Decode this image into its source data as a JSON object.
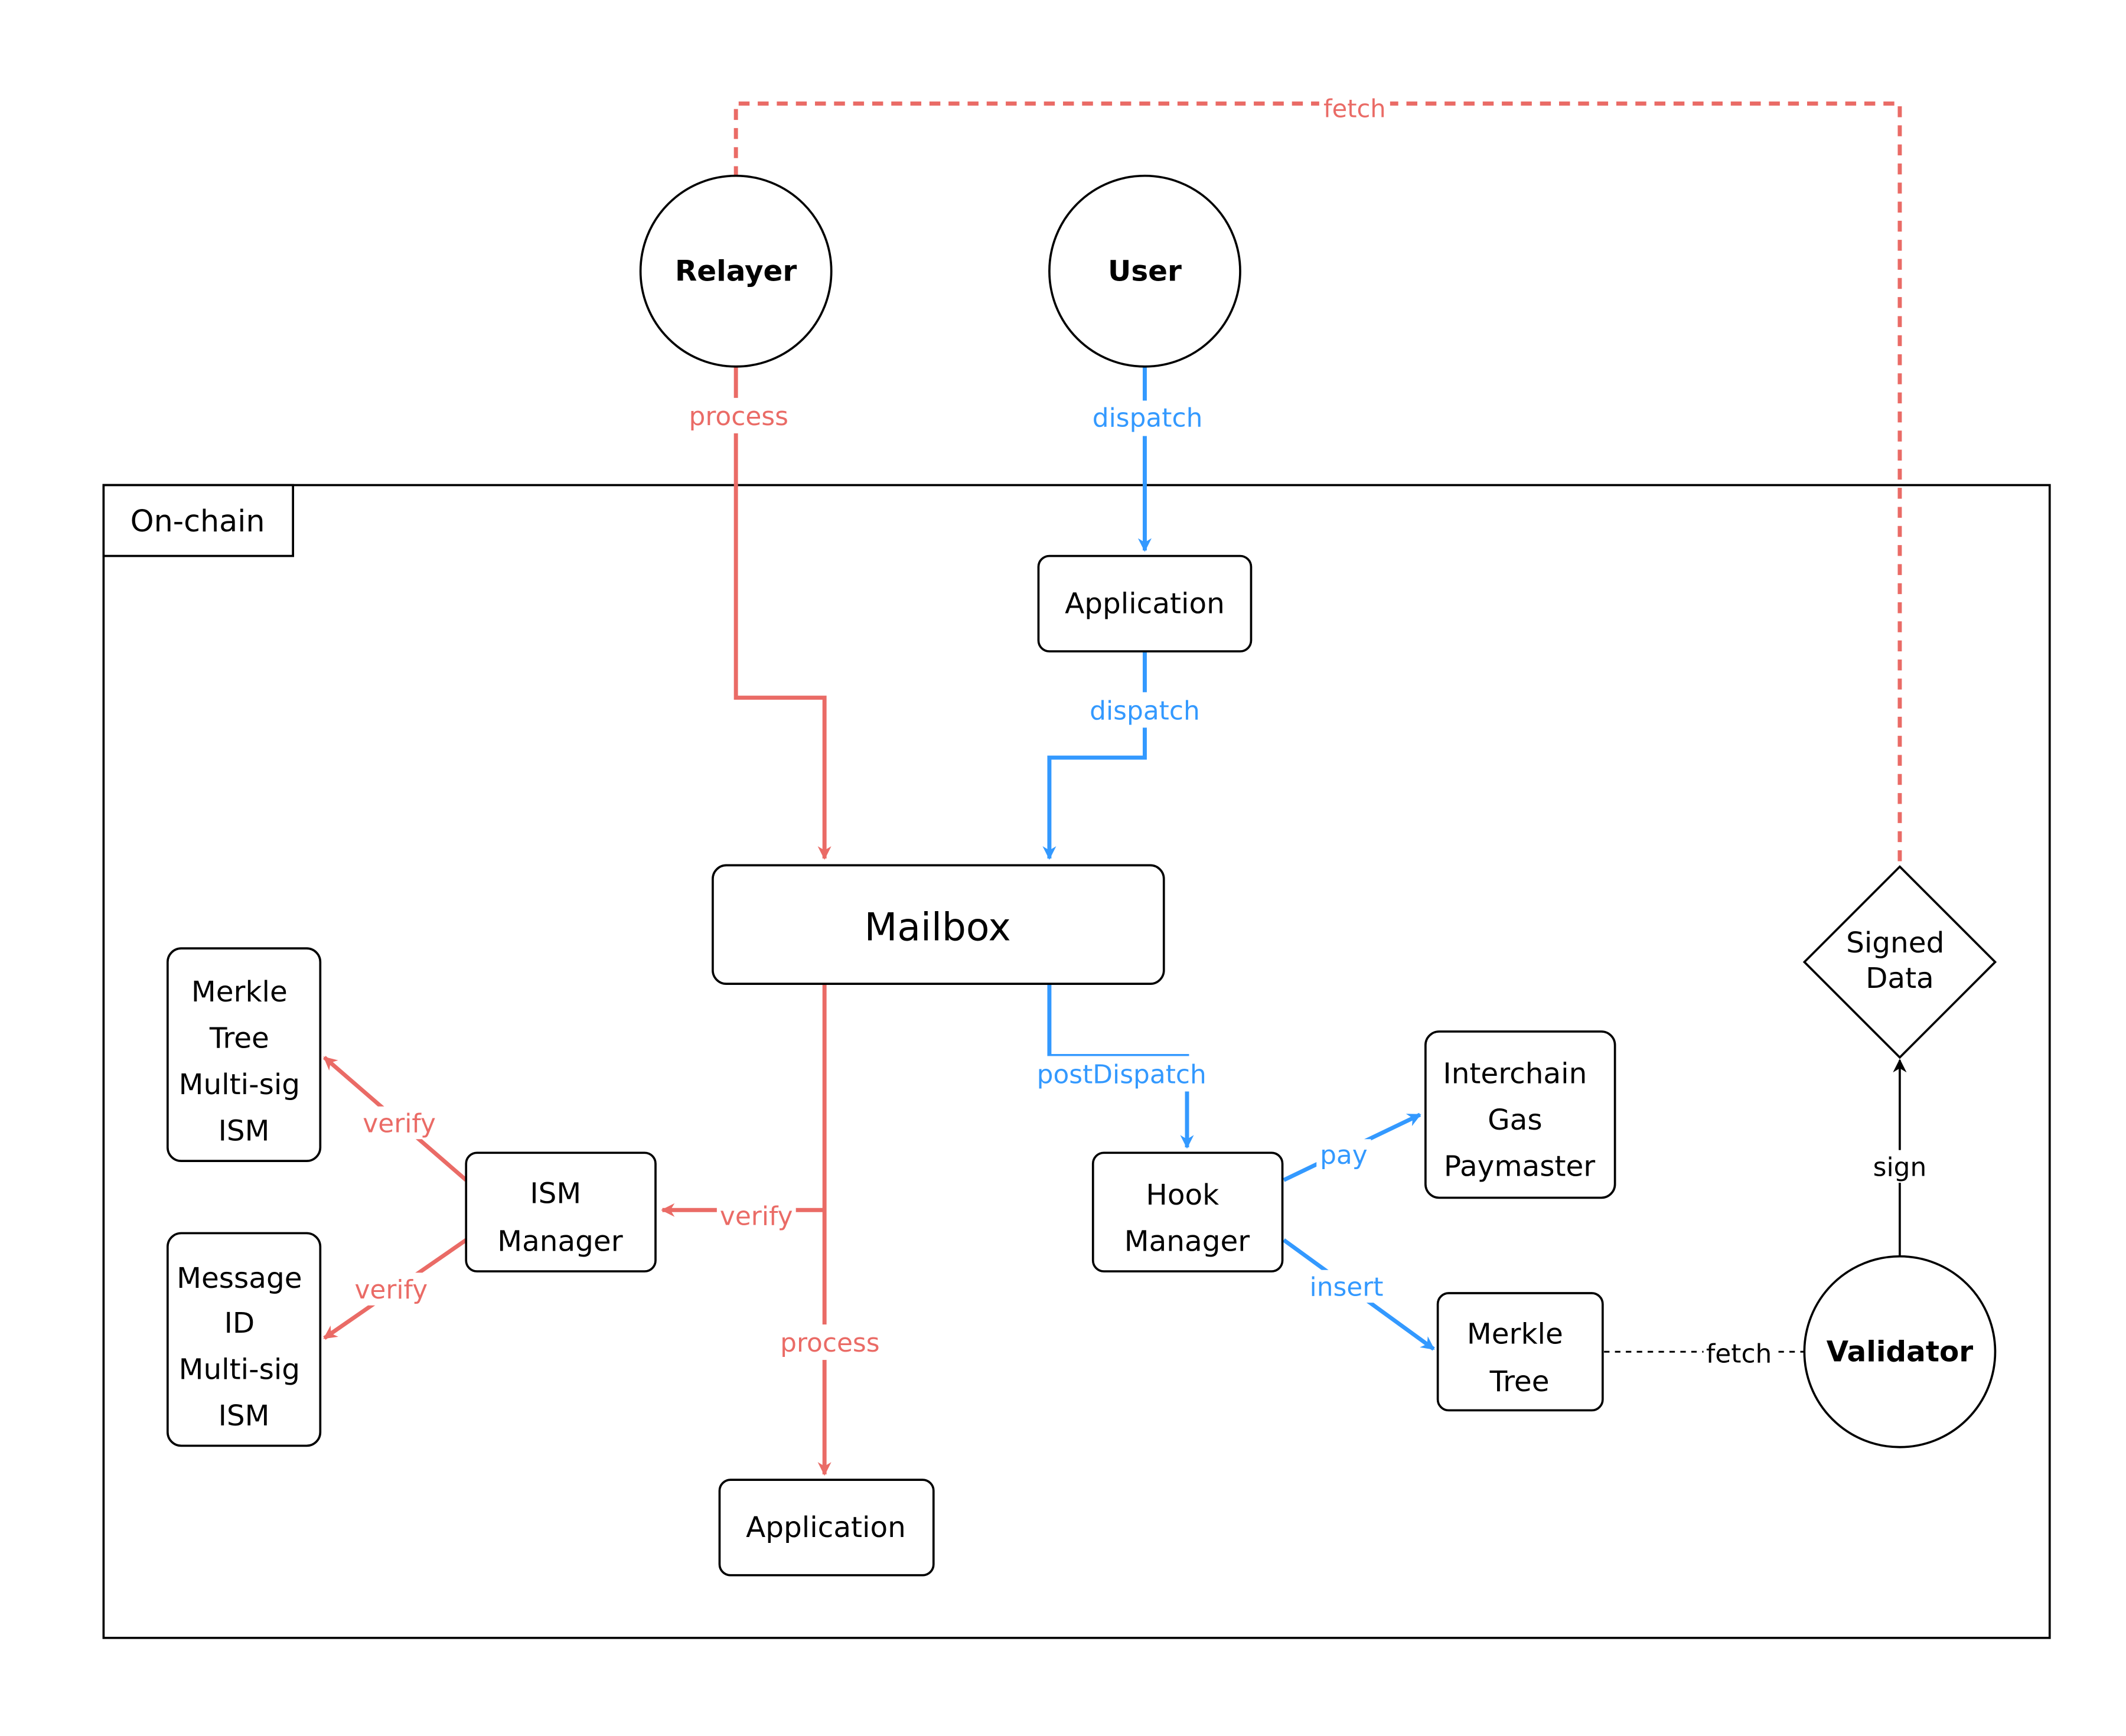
{
  "colors": {
    "red": "#ea6b66",
    "blue": "#3399ff",
    "black": "#000000",
    "background": "#ffffff"
  },
  "container": {
    "label": "On-chain"
  },
  "nodes": {
    "relayer": "Relayer",
    "user": "User",
    "validator": "Validator",
    "app_top": "Application",
    "mailbox": "Mailbox",
    "app_bottom": "Application",
    "ism_manager": [
      "ISM",
      "Manager"
    ],
    "merkle_ism": [
      "Merkle",
      "Tree",
      "Multi-sig",
      "ISM"
    ],
    "message_ism": [
      "Message",
      "ID",
      "Multi-sig",
      "ISM"
    ],
    "hook_manager": [
      "Hook",
      "Manager"
    ],
    "igp": [
      "Interchain",
      "Gas",
      "Paymaster"
    ],
    "merkle_tree": [
      "Merkle",
      "Tree"
    ],
    "signed_data": [
      "Signed",
      "Data"
    ]
  },
  "edges": {
    "fetch_top": "fetch",
    "relayer_process": "process",
    "user_dispatch": "dispatch",
    "app_dispatch": "dispatch",
    "post_dispatch": "postDispatch",
    "mailbox_verify": "verify",
    "ism_verify_merkle": "verify",
    "ism_verify_message": "verify",
    "mailbox_process": "process",
    "pay": "pay",
    "insert": "insert",
    "validator_fetch": "fetch",
    "sign": "sign"
  }
}
